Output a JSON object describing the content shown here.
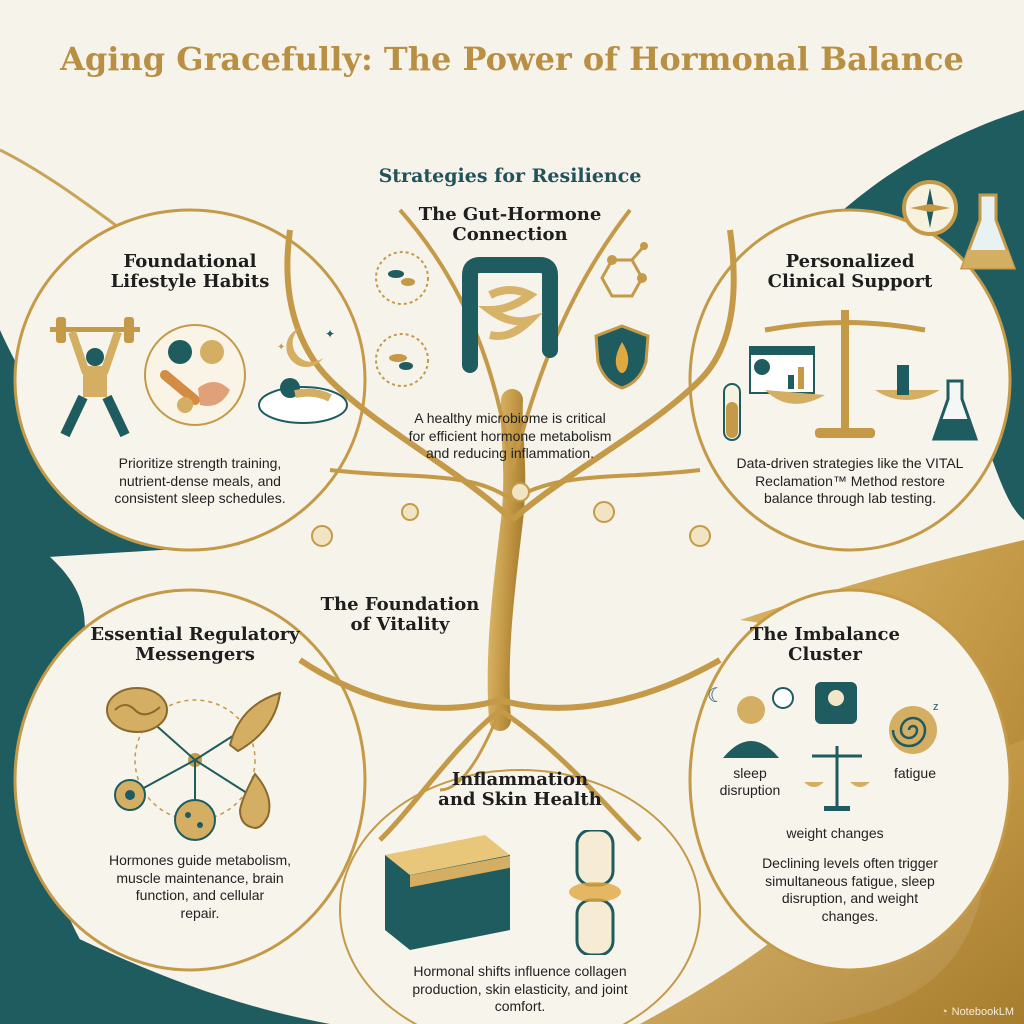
{
  "title": "Aging Gracefully: The Power of Hormonal Balance",
  "colors": {
    "gold": "#b98f43",
    "teal": "#1f5c5f",
    "cream": "#f6f3ea",
    "dark_text": "#1e1e1e"
  },
  "sections": {
    "strategies": {
      "label": "Strategies for Resilience"
    },
    "gut": {
      "heading": "The Gut-Hormone Connection",
      "heading_l1": "The Gut-Hormone",
      "heading_l2": "Connection",
      "body_l1": "A healthy microbiome is critical",
      "body_l2": "for efficient hormone metabolism",
      "body_l3": "and reducing inflammation.",
      "icons": [
        "microbe-icon",
        "intestine-icon",
        "molecule-icon",
        "shield-flame-icon"
      ]
    },
    "lifestyle": {
      "heading_l1": "Foundational",
      "heading_l2": "Lifestyle Habits",
      "body_l1": "Prioritize strength training,",
      "body_l2": "nutrient-dense meals, and",
      "body_l3": "consistent sleep schedules.",
      "icons": [
        "weightlifter-icon",
        "food-plate-icon",
        "sleeping-moon-icon"
      ]
    },
    "clinical": {
      "heading_l1": "Personalized",
      "heading_l2": "Clinical Support",
      "body_l1": "Data-driven strategies like the VITAL",
      "body_l2": "Reclamation™ Method restore",
      "body_l3": "balance through lab testing.",
      "icons": [
        "test-tube-icon",
        "dashboard-icon",
        "balance-scale-icon",
        "flask-icon",
        "compass-icon"
      ]
    },
    "foundation": {
      "heading_l1": "The Foundation",
      "heading_l2": "of Vitality"
    },
    "messengers": {
      "heading_l1": "Essential Regulatory",
      "heading_l2": "Messengers",
      "body_l1": "Hormones guide metabolism,",
      "body_l2": "muscle maintenance, brain",
      "body_l3": "function, and cellular",
      "body_l4": "repair.",
      "icons": [
        "brain-icon",
        "muscle-icon",
        "cell-icon",
        "flame-icon",
        "network-icon"
      ]
    },
    "imbalance": {
      "heading_l1": "The Imbalance",
      "heading_l2": "Cluster",
      "labels": {
        "sleep_l1": "sleep",
        "sleep_l2": "disruption",
        "fatigue": "fatigue",
        "weight": "weight changes"
      },
      "body_l1": "Declining levels often trigger",
      "body_l2": "simultaneous fatigue, sleep",
      "body_l3": "disruption, and weight",
      "body_l4": "changes.",
      "icons": [
        "tired-person-icon",
        "scale-icon",
        "spiral-icon",
        "balance-icon",
        "clock-icon",
        "moon-icon"
      ]
    },
    "skin": {
      "heading_l1": "Inflammation",
      "heading_l2": "and Skin Health",
      "body_l1": "Hormonal shifts influence collagen",
      "body_l2": "production, skin elasticity, and joint",
      "body_l3": "comfort.",
      "icons": [
        "skin-layer-icon",
        "knee-joint-icon"
      ]
    }
  },
  "footer": {
    "brand": "NotebookLM"
  }
}
